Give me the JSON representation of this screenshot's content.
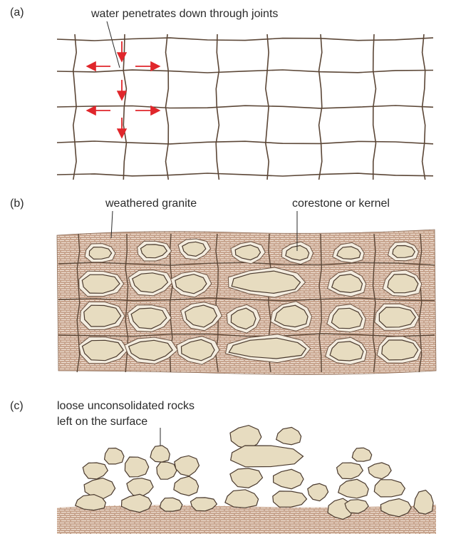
{
  "panels": {
    "a": {
      "letter": "(a)",
      "caption": "water penetrates down through joints"
    },
    "b": {
      "letter": "(b)",
      "caption_left": "weathered granite",
      "caption_right": "corestone or kernel"
    },
    "c": {
      "letter": "(c)",
      "caption_line1": "loose unconsolidated rocks",
      "caption_line2": "left on the surface"
    }
  },
  "colors": {
    "joint_line": "#5b4636",
    "arrow": "#e0262b",
    "granite_fill": "#c8a58f",
    "corestone_fill": "#e7dcc0",
    "corestone_rim": "#f4ede0",
    "rock_outline": "#4a3a2e",
    "text": "#2a2a2a"
  },
  "icons": {
    "arrow_down": "arrow-down-icon",
    "arrow_left": "arrow-left-icon",
    "arrow_right": "arrow-right-icon"
  }
}
